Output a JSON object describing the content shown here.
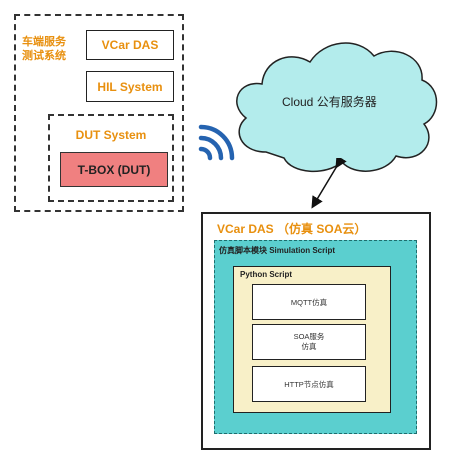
{
  "left_group": {
    "label_line1": "车端服务",
    "label_line2": "测试系统",
    "vcar_das": "VCar DAS",
    "hil_system": "HIL System",
    "dut_system": {
      "label": "DUT System",
      "tbox": "T-BOX (DUT)"
    }
  },
  "cloud": {
    "label": "Cloud 公有服务器"
  },
  "right_group": {
    "title": "VCar DAS （仿真 SOA云）",
    "simulation_script": {
      "label": "仿真脚本模块 Simulation Script",
      "python_script": {
        "label": "Python Script",
        "items": [
          "MQTT仿真",
          "SOA服务",
          "仿真",
          "HTTP节点仿真"
        ]
      }
    }
  },
  "colors": {
    "orange_text": "#e8900f",
    "tbox_fill": "#f08080",
    "cloud_fill": "#b3ecec",
    "teal_fill": "#5bcfcf",
    "python_fill": "#f8f0c8",
    "wifi_blue": "#2563b0"
  },
  "icons": [
    "wifi-signal-icon",
    "cloud-icon",
    "double-arrow-icon"
  ]
}
